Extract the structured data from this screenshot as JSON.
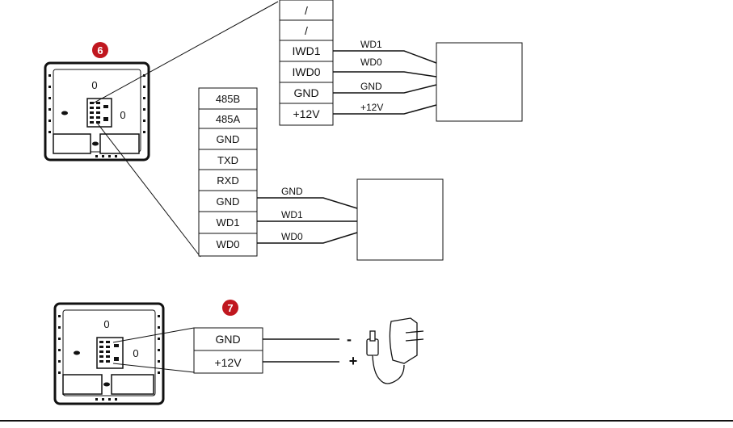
{
  "badges": {
    "top": "6",
    "bottom": "7"
  },
  "device": {
    "label_top": "0",
    "label_side": "0"
  },
  "terminal_top": {
    "rows": [
      "/",
      "/",
      "IWD1",
      "IWD0",
      "GND",
      "+12V"
    ]
  },
  "terminal_top_wires": [
    "WD1",
    "WD0",
    "GND",
    "+12V"
  ],
  "terminal_left": {
    "rows": [
      "485B",
      "485A",
      "GND",
      "TXD",
      "RXD",
      "GND",
      "WD1",
      "WD0"
    ]
  },
  "terminal_left_wires": [
    "GND",
    "WD1",
    "WD0"
  ],
  "terminal_bottom": {
    "rows": [
      "GND",
      "+12V"
    ]
  },
  "power_polarity": [
    "-",
    "+"
  ],
  "colors": {
    "badge": "#c0171f",
    "line": "#111111"
  }
}
